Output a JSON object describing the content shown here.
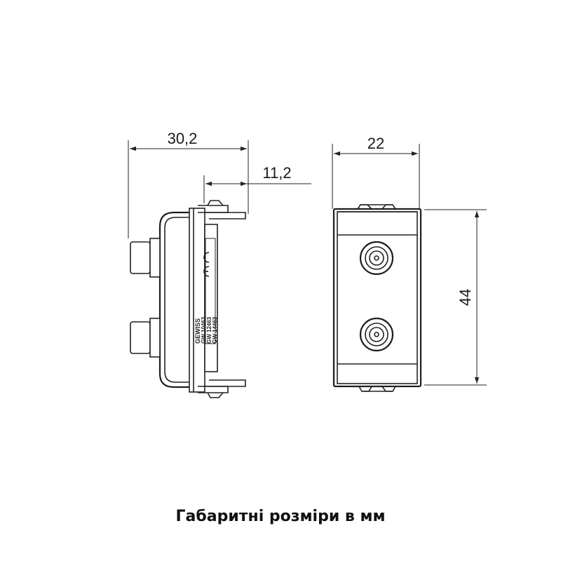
{
  "dimensions": {
    "side_width": "30,2",
    "side_depth": "11,2",
    "front_width": "22",
    "front_height": "44"
  },
  "device_markings": {
    "brand": "GEWISS",
    "codes": [
      "GW 10463",
      "GW 12463",
      "GW 14463"
    ]
  },
  "caption": "Габаритні розміри в мм"
}
